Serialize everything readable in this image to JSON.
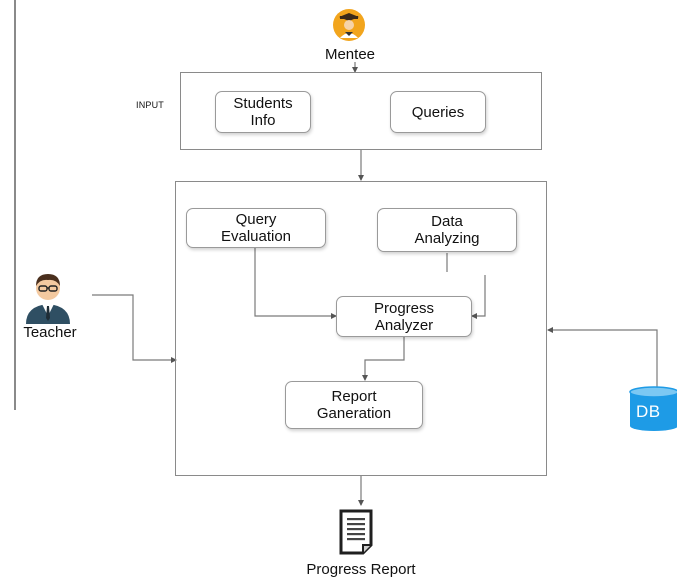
{
  "actors": {
    "mentee": {
      "label": "Mentee",
      "icon": "student-avatar-icon"
    },
    "teacher": {
      "label": "Teacher",
      "icon": "teacher-avatar-icon"
    }
  },
  "input_section": {
    "label": "INPUT",
    "nodes": [
      "Students Info",
      "Queries"
    ]
  },
  "process_nodes": {
    "query_evaluation": "Query Evaluation",
    "data_analyzing": "Data Analyzing",
    "progress_analyzer": "Progress Analyzer",
    "report_generation": "Report Ganeration"
  },
  "database": {
    "label": "DB",
    "color": "#1e9be6",
    "icon": "database-icon"
  },
  "output": {
    "label": "Progress Report",
    "icon": "document-icon"
  },
  "colors": {
    "mentee_circle": "#f2a51d",
    "line": "#7a7a7a"
  }
}
